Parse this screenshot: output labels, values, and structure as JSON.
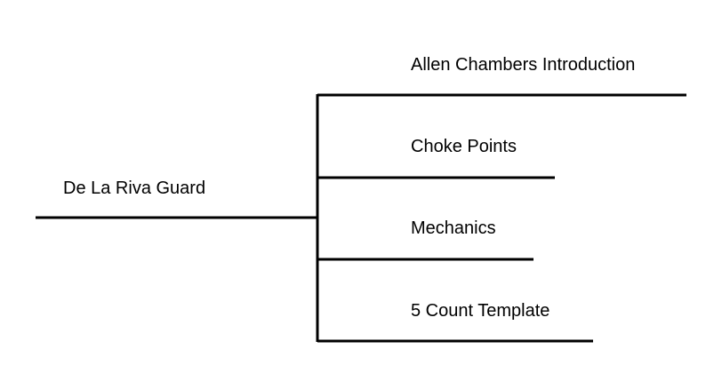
{
  "diagram": {
    "root": {
      "label": "De La Riva Guard"
    },
    "children": [
      {
        "label": "Allen Chambers Introduction"
      },
      {
        "label": "Choke Points"
      },
      {
        "label": "Mechanics"
      },
      {
        "label": "5 Count Template"
      }
    ],
    "line_color": "#000000"
  }
}
